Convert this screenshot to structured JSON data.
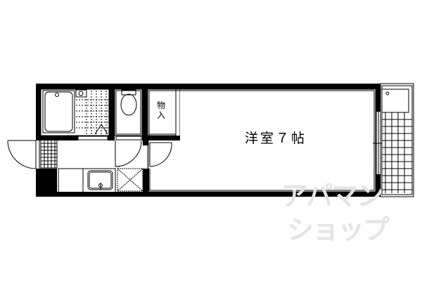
{
  "floor_plan": {
    "rooms": [
      {
        "id": "western-room",
        "label": "洋室７帖",
        "type": "western-style room",
        "size_jo": 7
      },
      {
        "id": "storage",
        "label": "物入",
        "type": "closet"
      },
      {
        "id": "bathroom",
        "label": "",
        "type": "unit bath"
      },
      {
        "id": "toilet",
        "label": "",
        "type": "toilet"
      },
      {
        "id": "kitchen",
        "label": "",
        "type": "kitchen"
      },
      {
        "id": "entrance",
        "label": "",
        "type": "genkan"
      },
      {
        "id": "balcony",
        "label": "",
        "type": "balcony"
      },
      {
        "id": "washer-space",
        "label": "",
        "type": "laundry pan"
      }
    ],
    "watermark": {
      "line1": "アパマン",
      "line2": "ショップ"
    },
    "colors": {
      "wall": "#000000",
      "background": "#ffffff",
      "watermark": "#e4e4e4"
    }
  }
}
